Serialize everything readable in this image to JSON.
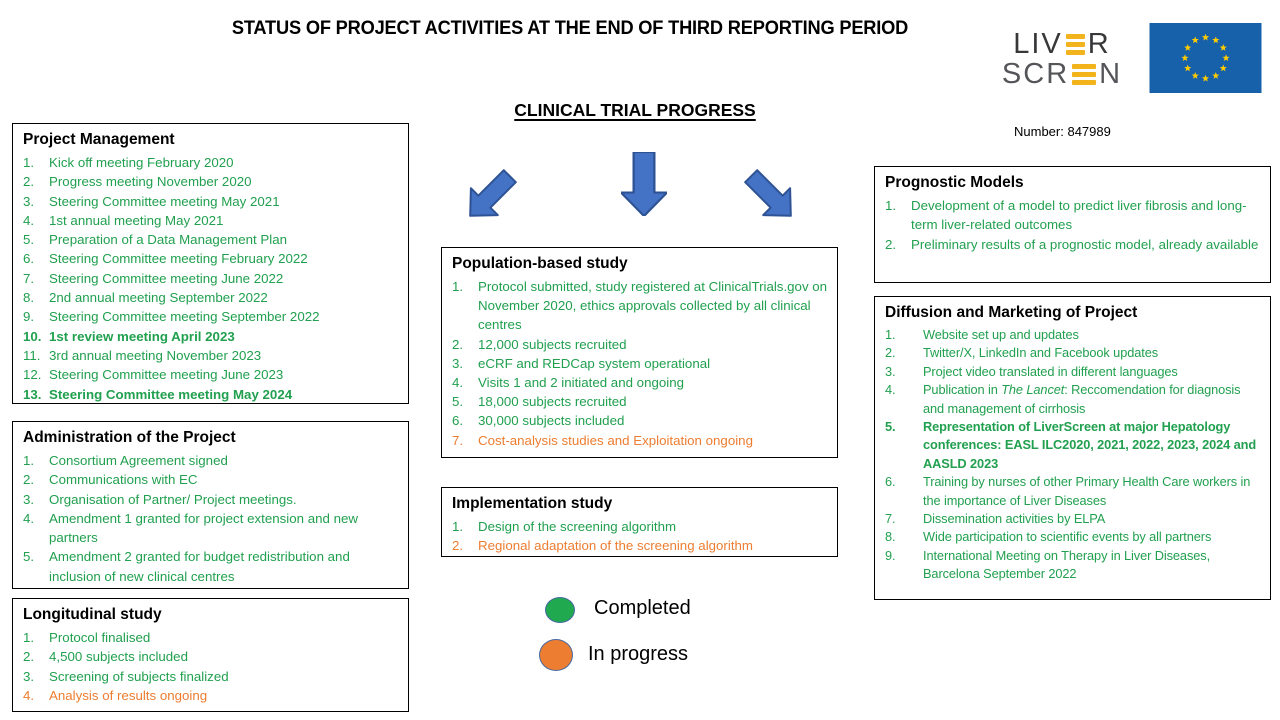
{
  "header": {
    "title": "STATUS OF PROJECT ACTIVITIES AT THE END OF THIRD  REPORTING PERIOD",
    "grant_number": "Number: 847989"
  },
  "logo": {
    "line1_left": "LIV",
    "line1_right": "R",
    "line2_left": "SCR",
    "line2_right": "N",
    "accent_yellow": "#F2B31C",
    "text_dark": "#38383a"
  },
  "eu_flag": {
    "blue": "#1760AA",
    "star_yellow": "#FFCC00"
  },
  "section_heading": "CLINICAL TRIAL PROGRESS",
  "colors": {
    "completed": "#21A04F",
    "in_progress": "#ED7D31",
    "arrow_fill": "#4472C4",
    "arrow_border": "#2E5395"
  },
  "legend": [
    {
      "label": "Completed",
      "color": "#21A94F"
    },
    {
      "label": "In progress",
      "color": "#ED7D31"
    }
  ],
  "boxes": [
    {
      "id": "pm",
      "title": "Project Management",
      "items": [
        {
          "n": "1.",
          "text": "Kick off meeting February 2020",
          "status": "completed",
          "bold": false
        },
        {
          "n": "2.",
          "text": "Progress meeting  November 2020",
          "status": "completed",
          "bold": false
        },
        {
          "n": "3.",
          "text": "Steering Committee meeting May 2021",
          "status": "completed",
          "bold": false
        },
        {
          "n": "4.",
          "text": "1st annual meeting May 2021",
          "status": "completed",
          "bold": false
        },
        {
          "n": "5.",
          "text": "Preparation of a Data Management Plan",
          "status": "completed",
          "bold": false
        },
        {
          "n": "6.",
          "text": "Steering Committee meeting February 2022",
          "status": "completed",
          "bold": false
        },
        {
          "n": "7.",
          "text": "Steering Committee meeting June 2022",
          "status": "completed",
          "bold": false
        },
        {
          "n": "8.",
          "text": "2nd annual meeting September 2022",
          "status": "completed",
          "bold": false
        },
        {
          "n": "9.",
          "text": "Steering Committee meeting September 2022",
          "status": "completed",
          "bold": false
        },
        {
          "n": "10.",
          "text": "1st review meeting April 2023",
          "status": "completed",
          "bold": true
        },
        {
          "n": "11.",
          "text": "3rd annual meeting November 2023",
          "status": "completed",
          "bold": false
        },
        {
          "n": "12.",
          "text": "Steering Committee meeting June 2023",
          "status": "completed",
          "bold": false
        },
        {
          "n": "13.",
          "text": "Steering Committee meeting May 2024",
          "status": "completed",
          "bold": true
        }
      ]
    },
    {
      "id": "admin",
      "title": "Administration of the Project",
      "items": [
        {
          "n": "1.",
          "text": "Consortium Agreement signed",
          "status": "completed",
          "bold": false
        },
        {
          "n": "2.",
          "text": "Communications with EC",
          "status": "completed",
          "bold": false
        },
        {
          "n": "3.",
          "text": "Organisation of Partner/ Project meetings.",
          "status": "completed",
          "bold": false
        },
        {
          "n": "4.",
          "text": "Amendment 1 granted for project extension and new partners",
          "status": "completed",
          "bold": false
        },
        {
          "n": "5.",
          "text": "Amendment 2 granted for budget redistribution and inclusion of new clinical centres",
          "status": "completed",
          "bold": false
        }
      ]
    },
    {
      "id": "long",
      "title": "Longitudinal study",
      "items": [
        {
          "n": "1.",
          "text": "Protocol finalised",
          "status": "completed",
          "bold": false
        },
        {
          "n": "2.",
          "text": "4,500 subjects included",
          "status": "completed",
          "bold": false
        },
        {
          "n": "3.",
          "text": "Screening of subjects finalized",
          "status": "completed",
          "bold": false
        },
        {
          "n": "4.",
          "text": "Analysis of results ongoing",
          "status": "in_progress",
          "bold": false
        }
      ]
    },
    {
      "id": "pop",
      "title": "Population-based study",
      "items": [
        {
          "n": "1.",
          "text": "Protocol submitted, study registered at ClinicalTrials.gov on November 2020, ethics approvals collected by all clinical centres",
          "status": "completed",
          "bold": false
        },
        {
          "n": "2.",
          "text": "12,000 subjects recruited",
          "status": "completed",
          "bold": false
        },
        {
          "n": "3.",
          "text": "eCRF and REDCap system operational",
          "status": "completed",
          "bold": false
        },
        {
          "n": "4.",
          "text": "Visits 1 and 2 initiated and ongoing",
          "status": "completed",
          "bold": false
        },
        {
          "n": "5.",
          "text": "18,000 subjects recruited",
          "status": "completed",
          "bold": false
        },
        {
          "n": "6.",
          "text": "30,000 subjects included",
          "status": "completed",
          "bold": false
        },
        {
          "n": "7.",
          "text": "Cost-analysis studies and Exploitation ongoing",
          "status": "in_progress",
          "bold": false
        }
      ]
    },
    {
      "id": "impl",
      "title": "Implementation study",
      "items": [
        {
          "n": "1.",
          "text": "Design of the screening algorithm",
          "status": "completed",
          "bold": false
        },
        {
          "n": "2.",
          "text": "Regional adaptation of the screening algorithm",
          "status": "in_progress",
          "bold": false
        }
      ]
    },
    {
      "id": "prog",
      "title": "Prognostic Models",
      "items": [
        {
          "n": "1.",
          "text": "Development of a model to predict liver fibrosis and long-term liver-related outcomes",
          "status": "completed",
          "bold": false
        },
        {
          "n": "2.",
          "text": "Preliminary results of a prognostic model, already available",
          "status": "completed",
          "bold": false
        }
      ]
    },
    {
      "id": "diff",
      "title": "Diffusion and Marketing of Project",
      "items": [
        {
          "n": "1.",
          "text": "Website set up and updates",
          "status": "completed",
          "bold": false
        },
        {
          "n": "2.",
          "text": "Twitter/X, LinkedIn and Facebook updates",
          "status": "completed",
          "bold": false
        },
        {
          "n": "3.",
          "text": "Project video translated in different languages",
          "status": "completed",
          "bold": false
        },
        {
          "n": "4.",
          "text": "Publication in The Lancet: Reccomendation for diagnosis and management of cirrhosis",
          "italic_phrase": "The Lancet",
          "status": "completed",
          "bold": false
        },
        {
          "n": "5.",
          "text": "Representation of LiverScreen at major Hepatology conferences: EASL ILC2020, 2021, 2022, 2023, 2024 and AASLD 2023",
          "status": "completed",
          "bold": true
        },
        {
          "n": "6.",
          "text": "Training by nurses of other Primary Health Care workers in the importance of Liver Diseases",
          "status": "completed",
          "bold": false
        },
        {
          "n": "7.",
          "text": "Dissemination activities by ELPA",
          "status": "completed",
          "bold": false
        },
        {
          "n": "8.",
          "text": "Wide participation to scientific events by all partners",
          "status": "completed",
          "bold": false
        },
        {
          "n": "9.",
          "text": "International Meeting on Therapy in Liver Diseases, Barcelona September 2022",
          "status": "completed",
          "bold": false
        }
      ]
    }
  ]
}
